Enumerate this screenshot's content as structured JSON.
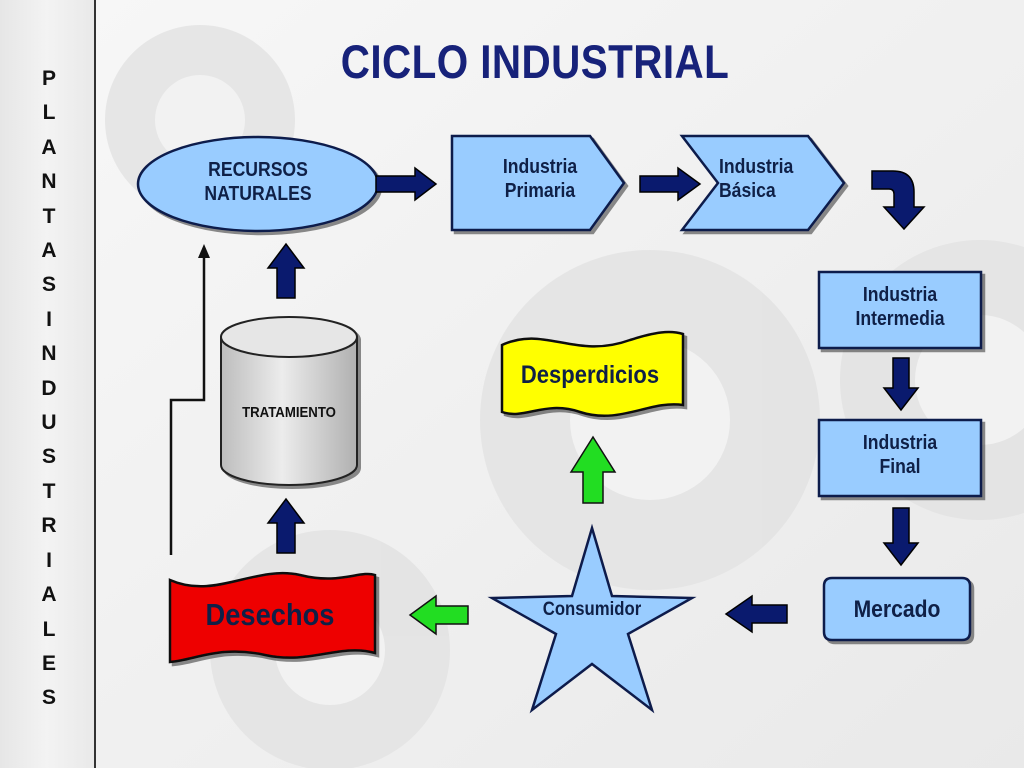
{
  "title": "CICLO INDUSTRIAL",
  "side_label": "PLANTASINDUSTRIALES",
  "nodes": {
    "recursos": "RECURSOS\nNATURALES",
    "primaria": "Industria\nPrimaria",
    "basica": "Industria\nBásica",
    "intermedia": "Industria\nIntermedia",
    "final": "Industria\nFinal",
    "mercado": "Mercado",
    "consumidor": "Consumidor",
    "desperdicios": "Desperdicios",
    "desechos": "Desechos",
    "tratamiento": "TRATAMIENTO"
  },
  "colors": {
    "node_fill": "#99ccff",
    "node_border": "#0d1b4b",
    "arrow_dark": "#0a1a6e",
    "arrow_green": "#22dd22",
    "desechos_fill": "#ee0000",
    "desperdicios_fill": "#ffff00",
    "tank_fill": "#d9d9d9",
    "title_color": "#17227a"
  }
}
